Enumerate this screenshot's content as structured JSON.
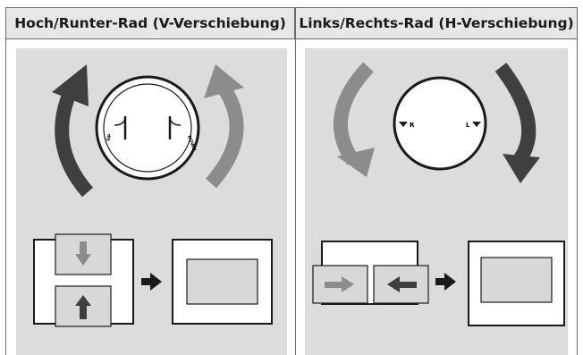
{
  "headers": {
    "left": "Hoch/Runter-Rad (V-Verschiebung)",
    "right": "Links/Rechts-Rad (H-Verschiebung)"
  },
  "wheel_left": {
    "up_label": "UP",
    "down_label": "DOWN"
  },
  "wheel_right": {
    "r_label": "R",
    "l_label": "L"
  },
  "colors": {
    "header_bg": "#e7e7e7",
    "panel_bg": "#dcdcdc",
    "dark_arrow": "#3f3f3f",
    "light_arrow": "#8c8c8c",
    "border": "#6b6b6b"
  },
  "icons": [
    "curved-arrow-up-icon",
    "curved-arrow-down-icon",
    "arrow-right-icon",
    "arrow-left-icon",
    "arrow-up-icon",
    "arrow-down-icon"
  ]
}
